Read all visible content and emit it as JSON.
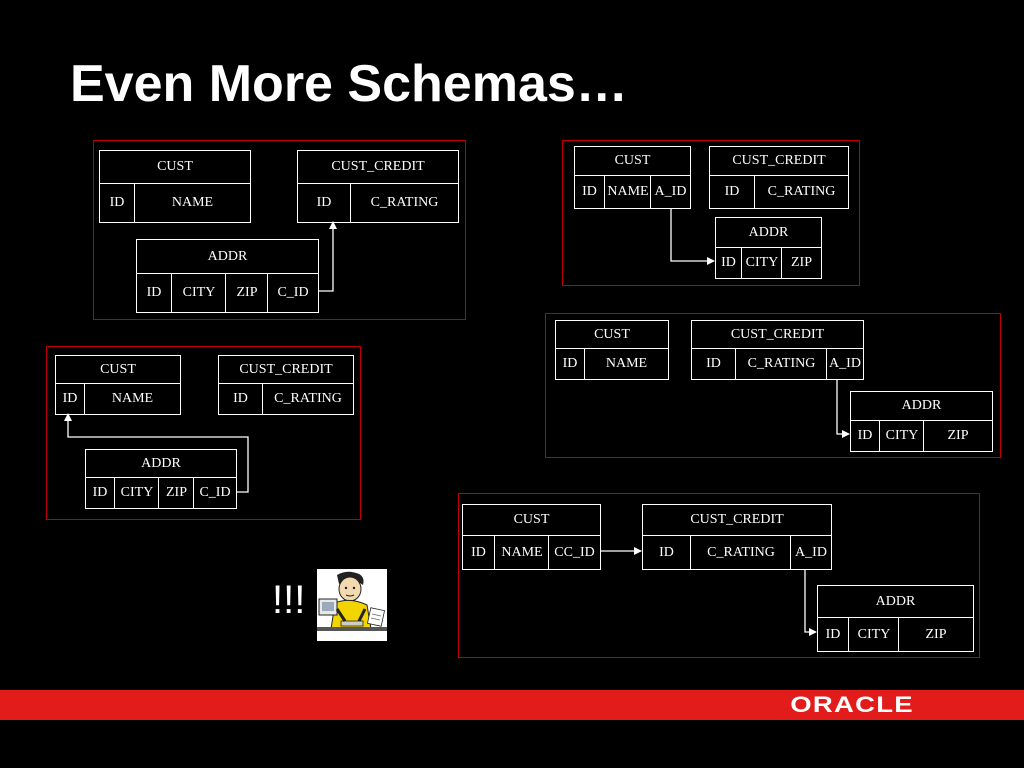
{
  "slide": {
    "title": "Even More Schemas…",
    "exclaim": "!!!",
    "logo": "ORACLE"
  },
  "labels": {
    "cust": "CUST",
    "cust_credit": "CUST_CREDIT",
    "addr": "ADDR",
    "id": "ID",
    "name": "NAME",
    "c_rating": "C_RATING",
    "city": "CITY",
    "zip": "ZIP",
    "c_id": "C_ID",
    "a_id": "A_ID",
    "cc_id": "CC_ID"
  },
  "colors": {
    "background": "#000000",
    "panel_border": "#c00000",
    "footer_bar": "#e21b1b",
    "text": "#ffffff"
  },
  "icons": {
    "clipart": "person-at-computer-icon"
  }
}
